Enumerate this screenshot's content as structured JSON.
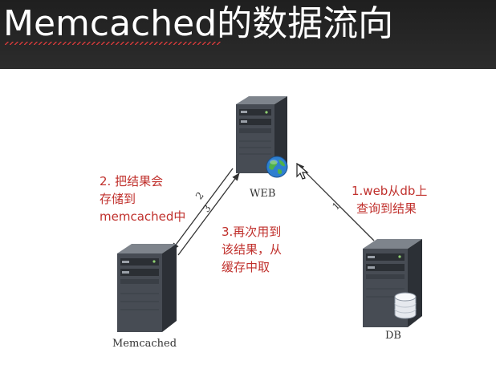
{
  "title": "Memcached的数据流向",
  "nodes": {
    "web": "WEB",
    "memcached": "Memcached",
    "db": "DB"
  },
  "steps": {
    "step1": [
      "1.web从db上",
      "查询到结果"
    ],
    "step2": [
      "2. 把结果会",
      "存储到",
      "memcached中"
    ],
    "step3": [
      "3.再次用到",
      "该结果，从",
      "缓存中取"
    ]
  },
  "arrow_marks": {
    "a": "2",
    "b": "3",
    "c": "1"
  },
  "colors": {
    "header_bg": "#262626",
    "title": "#ffffff",
    "step_label": "#c0302c",
    "arrow": "#333333"
  },
  "icons": [
    "server-icon",
    "globe-icon",
    "database-icon",
    "cursor-icon"
  ]
}
